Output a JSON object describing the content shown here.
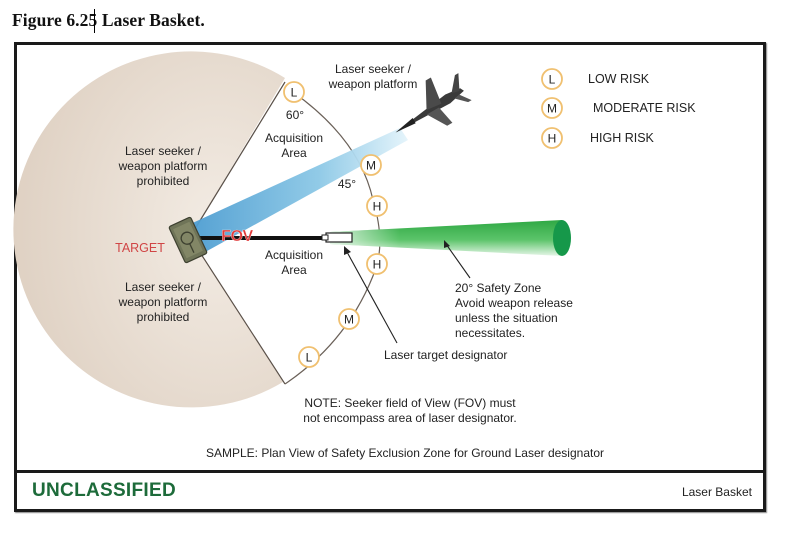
{
  "figure": {
    "title": "Figure 6.25  Laser Basket."
  },
  "diagram": {
    "aircraft_label_line1": "Laser seeker /",
    "aircraft_label_line2": "weapon platform",
    "prohibited_upper_line1": "Laser seeker /",
    "prohibited_upper_line2": "weapon platform",
    "prohibited_upper_line3": "prohibited",
    "prohibited_lower_line1": "Laser seeker /",
    "prohibited_lower_line2": "weapon platform",
    "prohibited_lower_line3": "prohibited",
    "acquisition_upper_line1": "Acquisition",
    "acquisition_upper_line2": "Area",
    "acquisition_lower_line1": "Acquisition",
    "acquisition_lower_line2": "Area",
    "angle_60": "60°",
    "angle_45": "45°",
    "target_label": "TARGET",
    "fov_label": "FOV",
    "safety_zone_line1": "20° Safety Zone",
    "safety_zone_line2": "Avoid weapon release",
    "safety_zone_line3": "unless the situation",
    "safety_zone_line4": "necessitates.",
    "designator_label": "Laser target designator",
    "note_line1": "NOTE: Seeker field of View (FOV) must",
    "note_line2": "not encompass area of laser designator.",
    "sample_caption": "SAMPLE:  Plan View of Safety Exclusion Zone for Ground Laser designator",
    "arc_markers": [
      {
        "letter": "L",
        "risk": "low"
      },
      {
        "letter": "M",
        "risk": "moderate"
      },
      {
        "letter": "H",
        "risk": "high"
      },
      {
        "letter": "H",
        "risk": "high"
      },
      {
        "letter": "M",
        "risk": "moderate"
      },
      {
        "letter": "L",
        "risk": "low"
      }
    ]
  },
  "legend": {
    "items": [
      {
        "letter": "L",
        "label": "LOW RISK"
      },
      {
        "letter": "M",
        "label": "MODERATE RISK"
      },
      {
        "letter": "H",
        "label": "HIGH RISK"
      }
    ]
  },
  "footer": {
    "classification": "UNCLASSIFIED",
    "label": "Laser Basket"
  },
  "colors": {
    "prohibited_zone": "#e3d8cc",
    "fov_beam": "#5aa6d6",
    "safety_zone": "#2fae44",
    "marker_ring": "#f0c070",
    "target_text": "#d04545",
    "classification": "#1d6b3a"
  }
}
